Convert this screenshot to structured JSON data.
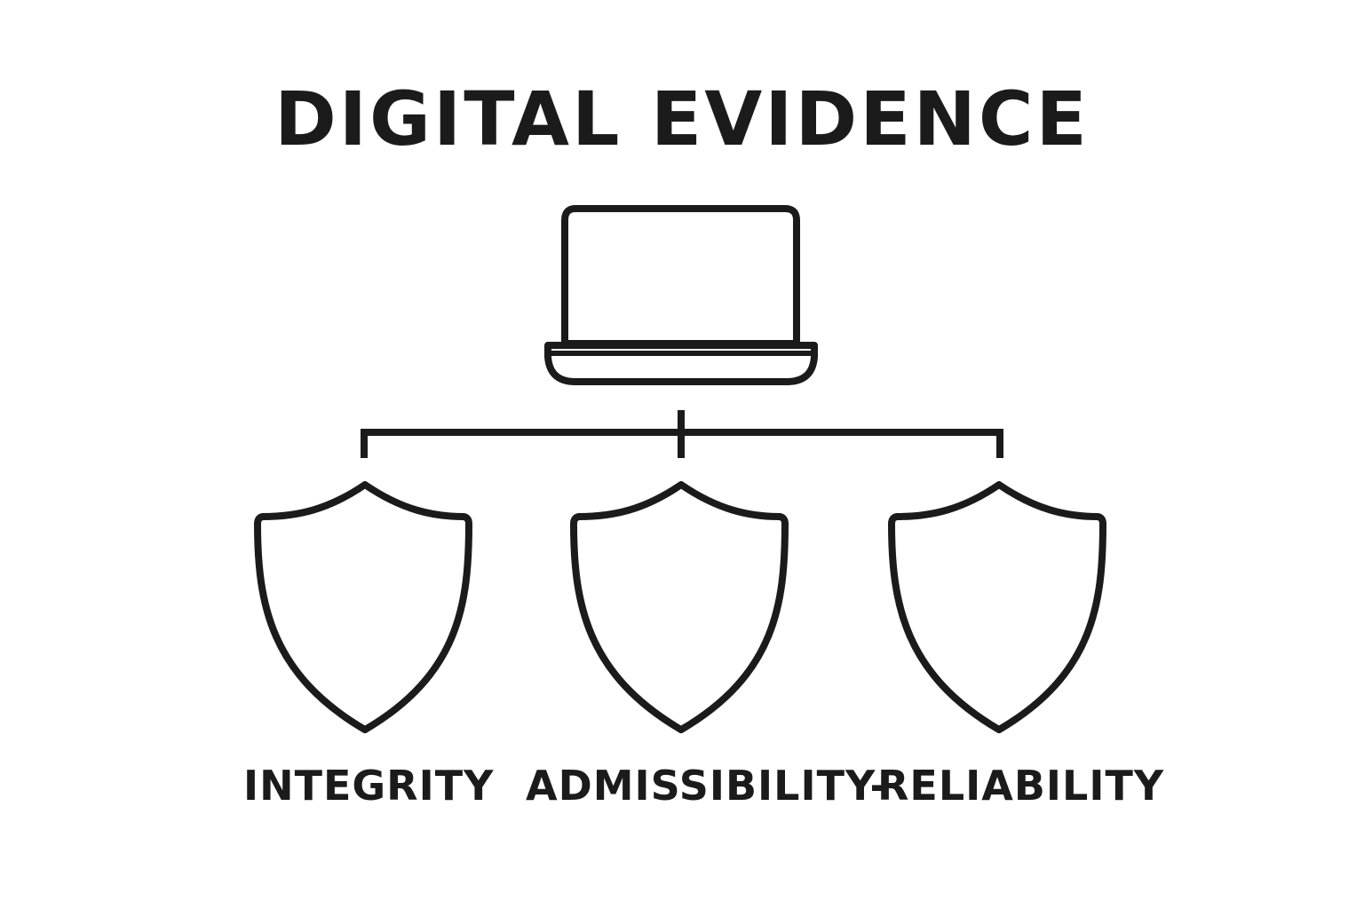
{
  "title": "DIGITAL EVIDENCE",
  "icons": {
    "device": "laptop-icon",
    "pillars": [
      "shield-icon",
      "shield-icon",
      "shield-icon"
    ]
  },
  "labels": {
    "integrity": "INTEGRITY",
    "admissibility": "ADMISSIBILITY-",
    "reliability": "RELIABILITY"
  },
  "colors": {
    "stroke": "#1b1b1b",
    "background": "#ffffff"
  }
}
